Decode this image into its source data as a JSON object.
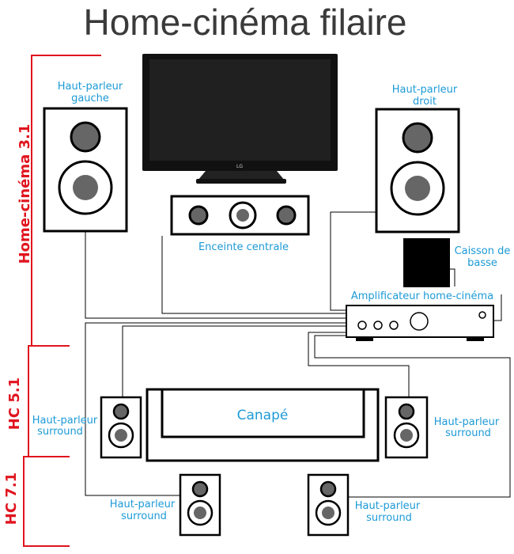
{
  "title": "Home-cinéma filaire",
  "colors": {
    "label_blue": "#1c9ad6",
    "bracket_red": "#e0141e",
    "title_gray": "#3a3a3a",
    "line": "#000000",
    "subwoofer": "#000000"
  },
  "brackets": {
    "hc31": "Home-cinéma 3.1",
    "hc51": "HC 5.1",
    "hc71": "HC 7.1"
  },
  "tv": {
    "brand": "LG"
  },
  "labels": {
    "left_line1": "Haut-parleur",
    "left_line2": "gauche",
    "right_line1": "Haut-parleur",
    "right_line2": "droit",
    "center": "Enceinte centrale",
    "sub_line1": "Caisson de",
    "sub_line2": "basse",
    "amp": "Amplificateur home-cinéma",
    "sofa": "Canapé",
    "surround_word1": "Haut-parleur",
    "surround_word2": "surround"
  }
}
